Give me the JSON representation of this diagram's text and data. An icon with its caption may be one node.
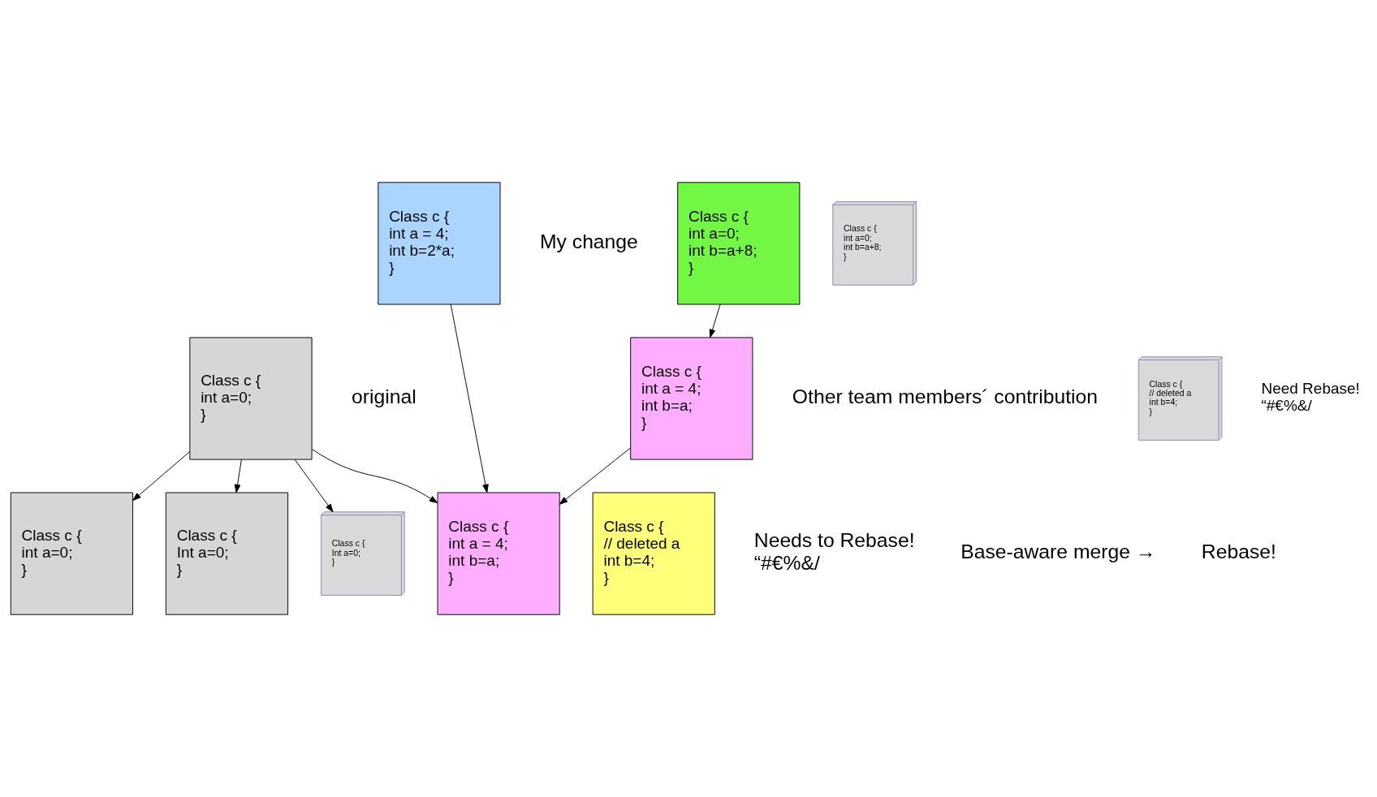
{
  "diagram": {
    "nodes": [
      {
        "text": [
          "Class c {",
          "int a=0;",
          "}"
        ],
        "beside": [
          "original"
        ]
      },
      {
        "text": [
          "Class c {",
          "int a=0;",
          "}"
        ]
      },
      {
        "text": [
          "Class c {",
          "int a = 4;",
          "int b=2*a;",
          "}"
        ],
        "beside": [
          "My change"
        ]
      },
      {
        "text": [
          "Class c {",
          "Int a=0;",
          "}"
        ]
      },
      {
        "text": [
          "Class c {",
          "Int a=0;",
          "}"
        ]
      },
      {
        "text": [
          "Class c {",
          "int a=0;",
          "int b=a+8;",
          "}"
        ]
      },
      {
        "text": [
          "Class c {",
          "int a = 4;",
          "int b=a;",
          "}"
        ],
        "beside": [
          "Other team members´ contribution"
        ]
      },
      {
        "text": [
          "Class c {",
          "int a=0;",
          "int b=a+8;",
          "}"
        ]
      },
      {
        "text": [
          "Class c {",
          "// deleted a",
          "int b=4;",
          "}"
        ],
        "beside": [
          "Need Rebase!",
          "“#€%&/"
        ]
      },
      {
        "text": [
          "Class c {",
          "int a = 4;",
          "int b=a;",
          "}"
        ]
      },
      {
        "text": [
          "Class c {",
          "// deleted a",
          "int b=4;",
          "}"
        ],
        "beside": [
          "Needs to Rebase!",
          "“#€%&/"
        ]
      }
    ],
    "edges": [
      {
        "from": 0,
        "to": 1,
        "arrow": "to"
      },
      {
        "from": 0,
        "to": 3,
        "arrow": "to"
      },
      {
        "from": 0,
        "to": 4,
        "arrow": "to"
      },
      {
        "from": 0,
        "to": 9,
        "arrow": "to"
      },
      {
        "from": 2,
        "to": 9,
        "arrow": "to"
      },
      {
        "from": 6,
        "to": 9,
        "arrow": "to"
      },
      {
        "from": 7,
        "to": 6,
        "arrow": "to"
      }
    ],
    "labels": [
      "Base-aware merge →",
      "Rebase!"
    ]
  }
}
